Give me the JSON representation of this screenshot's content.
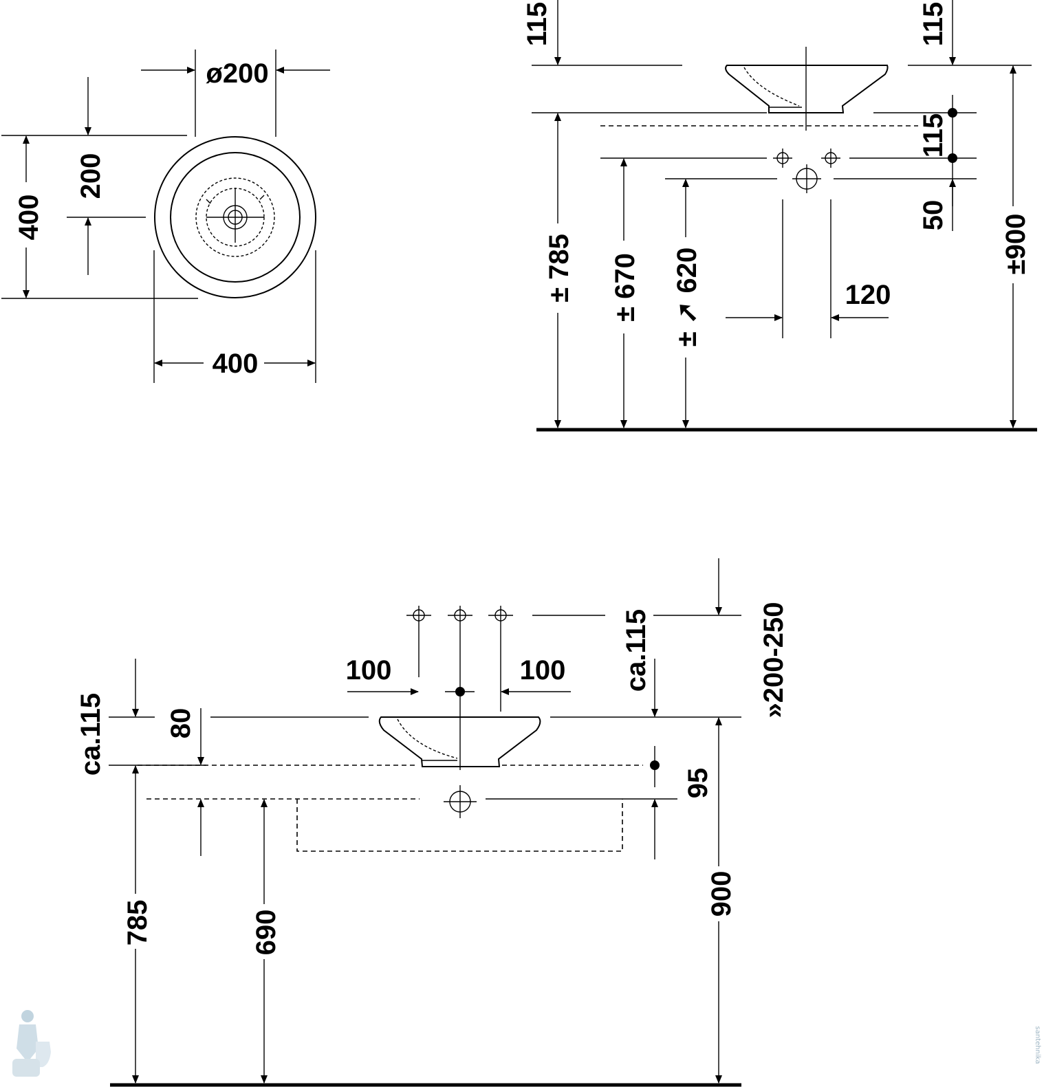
{
  "top_view": {
    "dim_diameter": "ø200",
    "dim_height_left": "400",
    "dim_center": "200",
    "dim_width_bottom": "400"
  },
  "side_view": {
    "dim_top_left": "115",
    "dim_top_right": "115",
    "dim_mid_right": "115",
    "dim_small_right": "50",
    "dim_pitch": "120",
    "dim_overall_right": "±900",
    "dim_h_785": "± 785",
    "dim_h_670": "± 670",
    "dim_h_620": "± ➚ 620"
  },
  "front_view": {
    "dim_left_115": "ca.115",
    "dim_80": "80",
    "dim_left_100": "100",
    "dim_right_100": "100",
    "dim_right_115": "ca.115",
    "dim_200_250": "»200-250",
    "dim_95": "95",
    "dim_785": "785",
    "dim_690": "690",
    "dim_900": "900"
  },
  "watermark": "santehnika"
}
